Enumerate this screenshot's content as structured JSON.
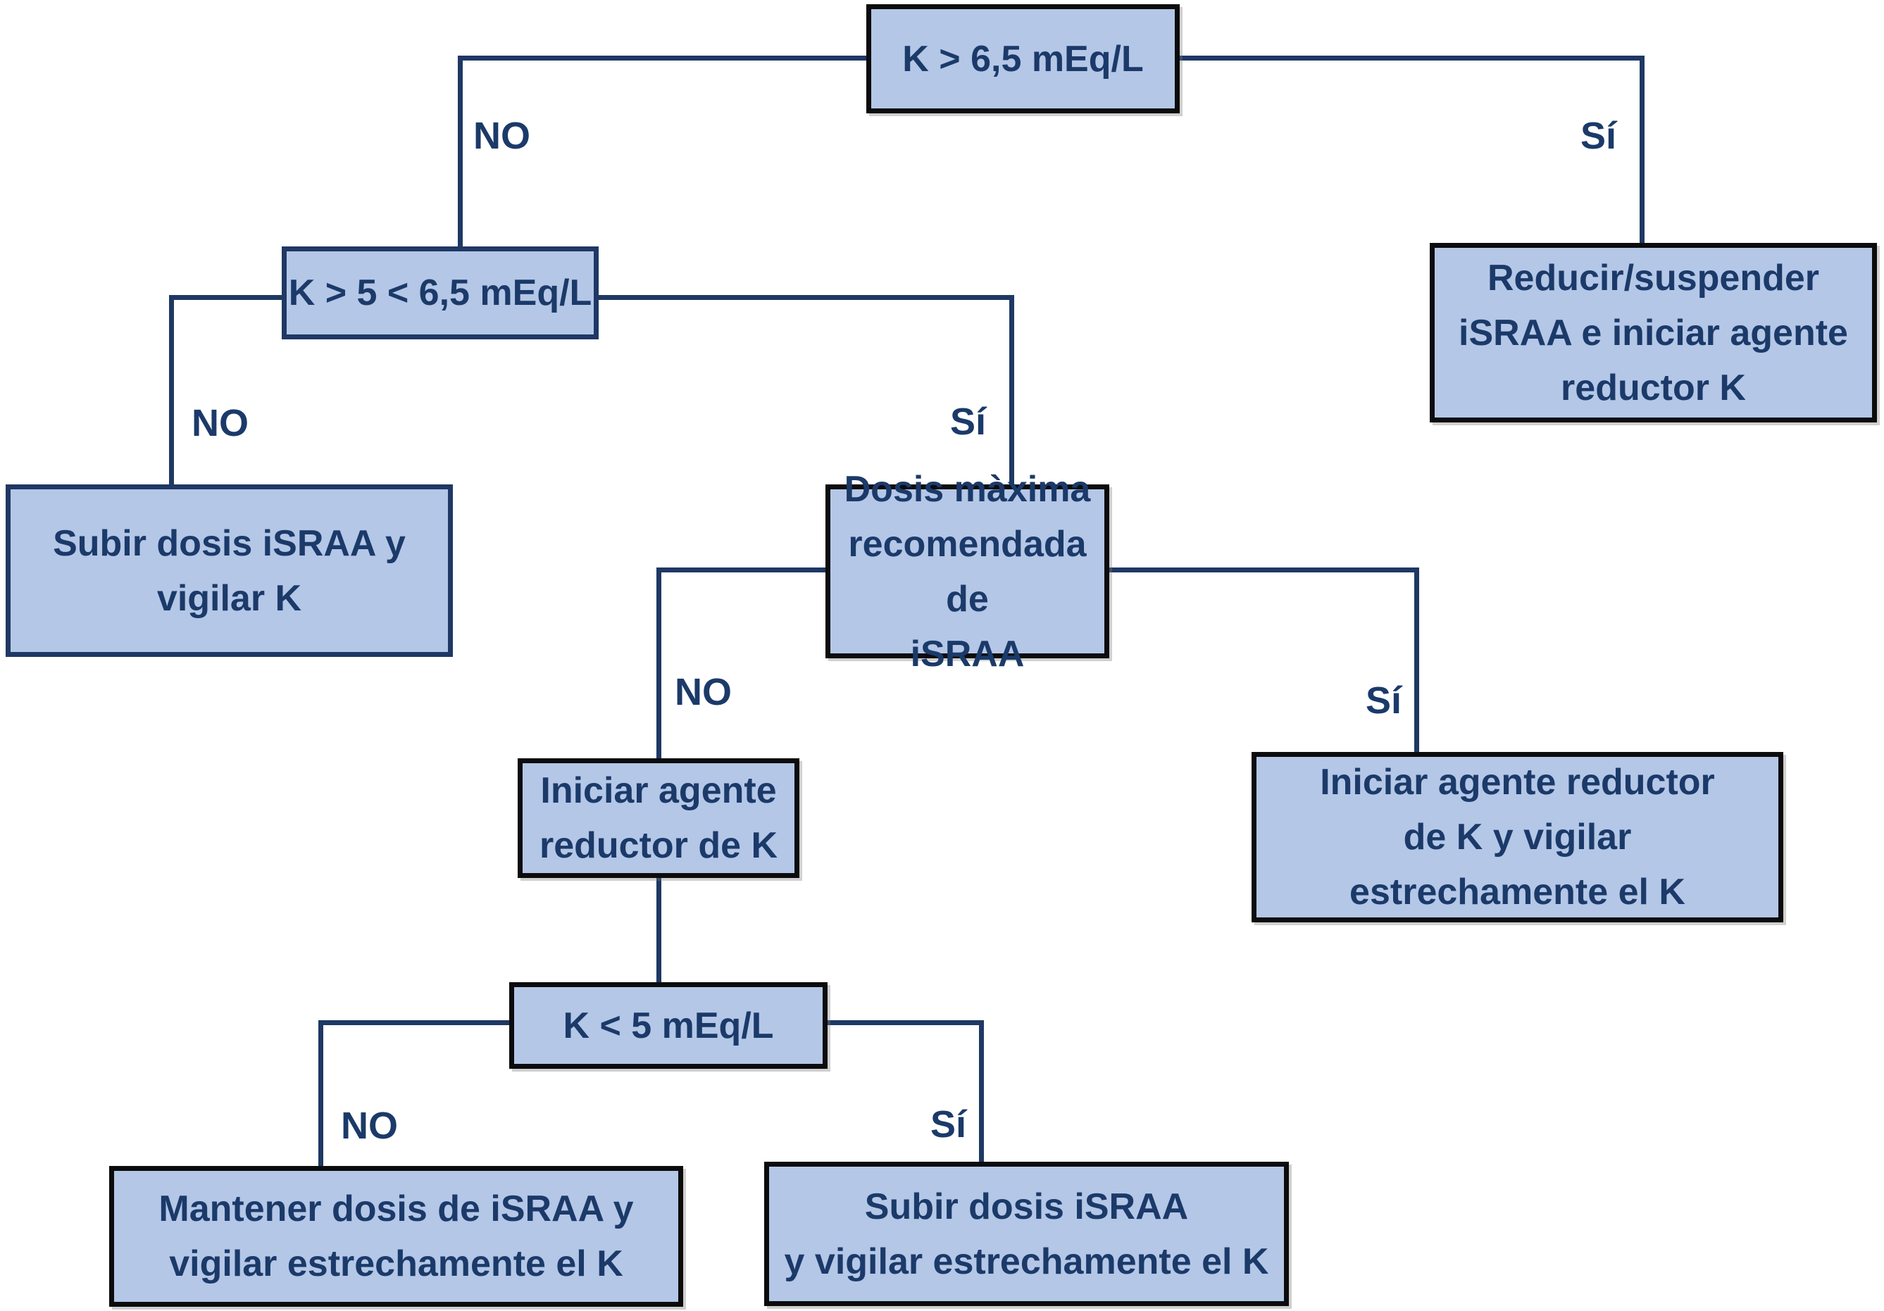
{
  "diagram": {
    "type": "flowchart",
    "colors": {
      "background": "#ffffff",
      "box_fill": "#b4c7e7",
      "box_border_dark": "#0c0c0d",
      "box_border_navy": "#1f3864",
      "connector": "#1f3864",
      "text": "#1b3a69"
    },
    "nodes": {
      "k_gt_65": "K > 6,5 mEq/L",
      "k_5_65": "K > 5 < 6,5 mEq/L",
      "reducir_suspender": "Reducir/suspender\niSRAA e iniciar agente\nreductor K",
      "subir_vigilar": "Subir dosis iSRAA y\nvigilar K",
      "dosis_maxima": "Dosis màxima\nrecomendada de\niSRAA",
      "iniciar_reductor": "Iniciar agente\nreductor de K",
      "iniciar_reductor_vigilar": "Iniciar agente reductor\nde K y vigilar\nestrechamente el K",
      "k_lt_5": "K < 5 mEq/L",
      "mantener_vigilar": "Mantener dosis de iSRAA y\nvigilar estrechamente el K",
      "subir_vigilar_estrecha": "Subir dosis iSRAA\ny vigilar estrechamente el K"
    },
    "edge_labels": {
      "no1": "NO",
      "si1": "Sí",
      "no2": "NO",
      "si2": "Sí",
      "no3": "NO",
      "si3": "Sí",
      "no4": "NO",
      "si4": "Sí"
    }
  }
}
